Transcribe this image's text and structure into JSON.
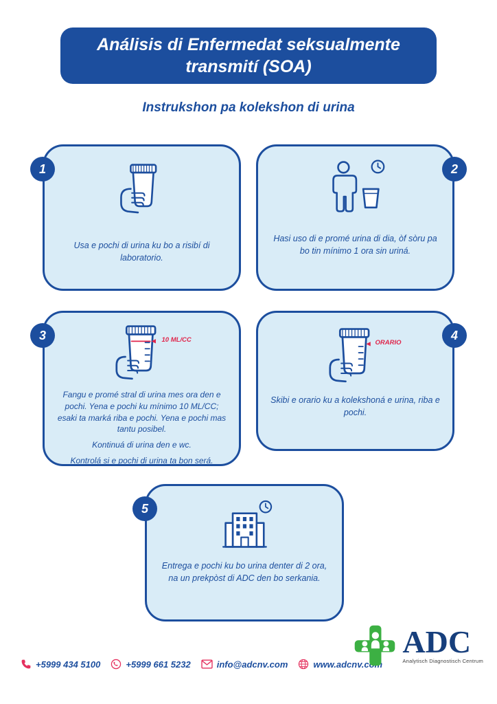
{
  "colors": {
    "primary_blue": "#1c4e9e",
    "card_background": "#d9ecf7",
    "accent_red": "#e0254b",
    "footer_icon_pink": "#e5305e",
    "logo_green": "#3cb043"
  },
  "header": {
    "title_line1": "Análisis di Enfermedat seksualmente",
    "title_line2": "transmití (SOA)",
    "subtitle": "Instrukshon pa kolekshon di urina"
  },
  "cards": [
    {
      "number": "1",
      "icon": "cup-in-hand-icon",
      "text": "Usa e pochi di urina ku bo a risibí di laboratorio."
    },
    {
      "number": "2",
      "icon": "person-clock-cup-icon",
      "text": "Hasi uso di e promé urina di dia, òf sòru pa bo tin mínimo 1 ora sin uriná."
    },
    {
      "number": "3",
      "icon": "cup-volume-mark-icon",
      "icon_label": "10 ML/CC",
      "paragraphs": [
        "Fangu e promé stral di urina mes ora den e pochi. Yena e pochi ku mínimo 10 ML/CC; esaki ta marká riba e pochi. Yena e pochi mas tantu posibel.",
        "Kontinuá di urina den e wc.",
        "Kontrolá si e pochi di urina ta bon será."
      ]
    },
    {
      "number": "4",
      "icon": "cup-time-mark-icon",
      "icon_label": "ORARIO",
      "text": "Skibi e orario ku a kolekshoná e urina, riba e pochi."
    },
    {
      "number": "5",
      "icon": "building-clock-icon",
      "text": "Entrega e pochi ku bo urina denter di 2 ora, na un prekpòst di ADC den bo serkania."
    }
  ],
  "footer": {
    "phone1": "+5999 434 5100",
    "phone2": "+5999 661 5232",
    "email": "info@adcnv.com",
    "website": "www.adcnv.com"
  },
  "logo": {
    "name": "ADC",
    "tagline": "Analytisch Diagnostisch Centrum"
  }
}
